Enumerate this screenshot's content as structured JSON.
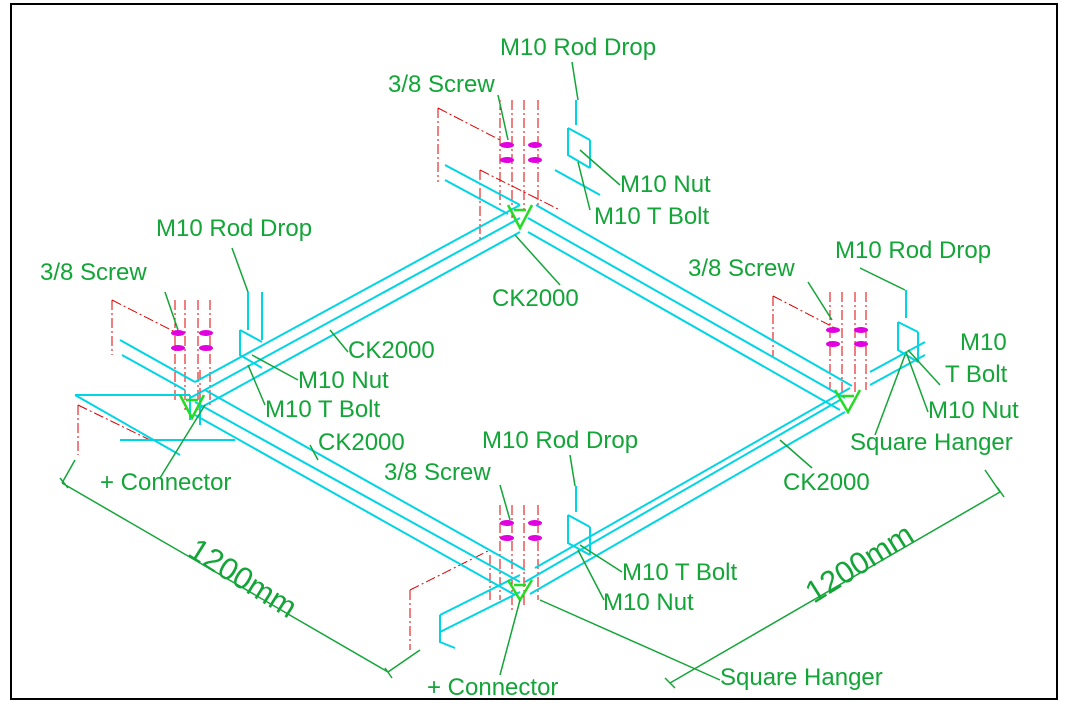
{
  "labels": {
    "rod_drop_top": "M10 Rod Drop",
    "screw_top": "3/8 Screw",
    "nut_top": "M10 Nut",
    "tbolt_top": "M10 T Bolt",
    "ck_top": "CK2000",
    "rod_drop_left": "M10 Rod Drop",
    "screw_left": "3/8 Screw",
    "ck_left": "CK2000",
    "nut_left": "M10 Nut",
    "tbolt_left": "M10 T Bolt",
    "ck_left_bottom": "CK2000",
    "connector_left": "+ Connector",
    "rod_drop_right": "M10 Rod Drop",
    "screw_right": "3/8 Screw",
    "m10_right": "M10",
    "tbolt_right": "T Bolt",
    "nut_right": "M10 Nut",
    "square_hanger_right": "Square Hanger",
    "ck_right_bottom": "CK2000",
    "rod_drop_bottom": "M10 Rod Drop",
    "screw_bottom": "3/8 Screw",
    "tbolt_bottom": "M10 T Bolt",
    "nut_bottom": "M10 Nut",
    "square_hanger_bottom": "Square Hanger",
    "connector_bottom": "+ Connector"
  },
  "dimensions": {
    "left": "1200mm",
    "right": "1200mm"
  },
  "colors": {
    "label": "#13a538",
    "grid_member": "#00d5e6",
    "hidden_line": "#e00000",
    "screw": "#e000e0",
    "connector": "#22dd22",
    "frame": "#000000"
  }
}
